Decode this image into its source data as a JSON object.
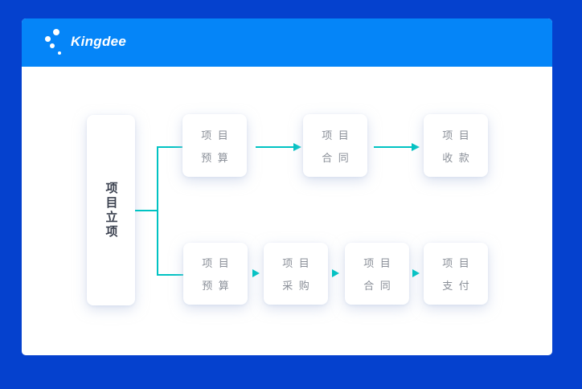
{
  "page": {
    "background": "#0541CE"
  },
  "header": {
    "brand": "Kingdee",
    "background": "#0585F8",
    "logo_icon": "kingdee-dots-logo"
  },
  "diagram": {
    "accent": "#00C3C3",
    "node_text_color": "#8a8f98",
    "root_text_color": "#3c4250",
    "root": {
      "label": "项目立项"
    },
    "top_flow": {
      "connector_style": "solid-arrow",
      "boxes": [
        {
          "label": "项目预算",
          "lines": [
            "项 目",
            "预 算"
          ]
        },
        {
          "label": "项目合同",
          "lines": [
            "项 目",
            "合 同"
          ]
        },
        {
          "label": "项目收款",
          "lines": [
            "项 目",
            "收 款"
          ]
        }
      ]
    },
    "bottom_flow": {
      "connector_style": "triangle-arrow",
      "boxes": [
        {
          "label": "项目预算",
          "lines": [
            "项 目",
            "预 算"
          ]
        },
        {
          "label": "项目采购",
          "lines": [
            "项 目",
            "采 购"
          ]
        },
        {
          "label": "项目合同",
          "lines": [
            "项 目",
            "合 同"
          ]
        },
        {
          "label": "项目支付",
          "lines": [
            "项 目",
            "支 付"
          ]
        }
      ]
    }
  }
}
